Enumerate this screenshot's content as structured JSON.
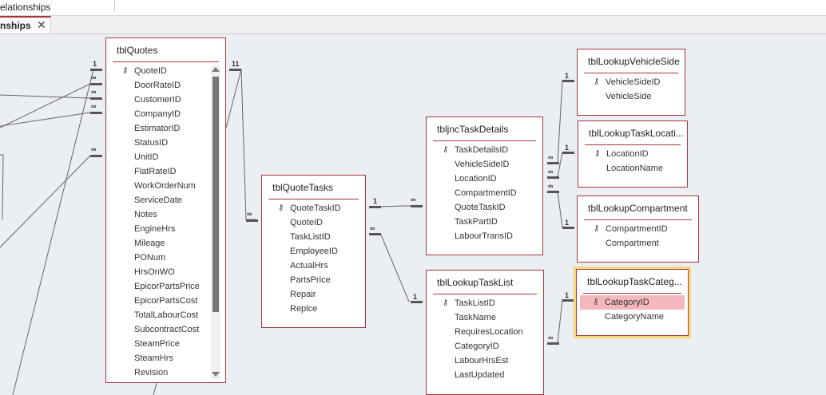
{
  "topbar": {
    "breadcrumb": "elationships"
  },
  "tab": {
    "label": "nships",
    "close_icon": "close-icon"
  },
  "tables": {
    "tblQuotes": {
      "title": "tblQuotes",
      "fields": [
        "QuoteID",
        "DoorRateID",
        "CustomerID",
        "CompanyID",
        "EstimatorID",
        "StatusID",
        "UnitID",
        "FlatRateID",
        "WorkOrderNum",
        "ServiceDate",
        "Notes",
        "EngineHrs",
        "Mileage",
        "PONum",
        "HrsOnWO",
        "EpicorPartsPrice",
        "EpicorPartsCost",
        "TotalLabourCost",
        "SubcontractCost",
        "SteamPrice",
        "SteamHrs",
        "Revision"
      ],
      "primary_key": "QuoteID"
    },
    "tblQuoteTasks": {
      "title": "tblQuoteTasks",
      "fields": [
        "QuoteTaskID",
        "QuoteID",
        "TaskListID",
        "EmployeeID",
        "ActualHrs",
        "PartsPrice",
        "Repair",
        "Replce"
      ],
      "primary_key": "QuoteTaskID"
    },
    "tbljncTaskDetails": {
      "title": "tbljncTaskDetails",
      "fields": [
        "TaskDetailsID",
        "VehicleSideID",
        "LocationID",
        "CompartmentID",
        "QuoteTaskID",
        "TaskPartID",
        "LabourTransID"
      ],
      "primary_key": "TaskDetailsID"
    },
    "tblLookupTaskList": {
      "title": "tblLookupTaskList",
      "fields": [
        "TaskListID",
        "TaskName",
        "RequiresLocation",
        "CategoryID",
        "LabourHrsEst",
        "LastUpdated"
      ],
      "primary_key": "TaskListID"
    },
    "tblLookupVehicleSide": {
      "title": "tblLookupVehicleSide",
      "fields": [
        "VehicleSideID",
        "VehicleSide"
      ],
      "primary_key": "VehicleSideID"
    },
    "tblLookupTaskLocation": {
      "title": "tblLookupTaskLocati...",
      "fields": [
        "LocationID",
        "LocationName"
      ],
      "primary_key": "LocationID"
    },
    "tblLookupCompartment": {
      "title": "tblLookupCompartment",
      "fields": [
        "CompartmentID",
        "Compartment"
      ],
      "primary_key": "CompartmentID"
    },
    "tblLookupTaskCategory": {
      "title": "tblLookupTaskCateg...",
      "fields": [
        "CategoryID",
        "CategoryName"
      ],
      "primary_key": "CategoryID",
      "selected": true,
      "highlighted_field": "CategoryID"
    }
  },
  "markers": {
    "one": "1",
    "many": "∞",
    "one_one": "11"
  },
  "colors": {
    "accent": "#a4373a",
    "selection": "#f7d97c",
    "field_highlight": "#f4b7bd",
    "canvas": "#ebeef2"
  }
}
